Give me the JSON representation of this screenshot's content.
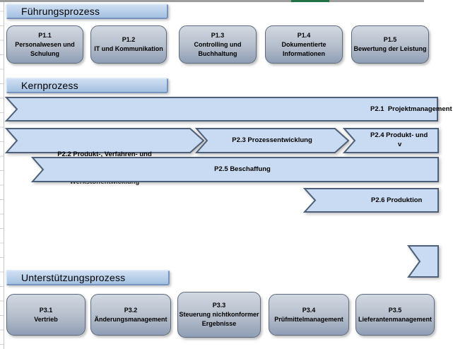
{
  "colors": {
    "bar_gray": "#9e9e9e",
    "green": "#217346",
    "arrow_fill": "#c9dbf2",
    "arrow_border": "#4e5f79",
    "box_grad_top": "#d2d8e1",
    "box_grad_bottom": "#8f9eb5",
    "box_border": "#5d6a7d",
    "hdr_top": "#cfdff2",
    "hdr_bottom": "#a4c0e2",
    "hdr_border_light": "#dde8f6",
    "hdr_border_dark": "#7694bd"
  },
  "sections": {
    "leadership": {
      "title": "Führungsprozess",
      "boxes": [
        {
          "lines": [
            "P1.1",
            "Personalwesen und",
            "Schulung"
          ]
        },
        {
          "lines": [
            "P1.2",
            "IT und Kommunikation"
          ]
        },
        {
          "lines": [
            "P1.3",
            "Controlling und",
            "Buchhaltung"
          ]
        },
        {
          "lines": [
            "P1.4",
            "Dokumentierte",
            "Informationen"
          ]
        },
        {
          "lines": [
            "P1.5",
            "Bewertung der Leistung"
          ]
        }
      ]
    },
    "core": {
      "title": "Kernprozess",
      "arrows": [
        {
          "label": "P2.1  Projektmanagement"
        },
        {
          "lines": [
            "P2.2 Produkt-, Verfahren- und",
            "Werkstoffentwicklung"
          ]
        },
        {
          "label": "P2.3 Prozessentwicklung"
        },
        {
          "lines": [
            "P2.4 Produkt- und",
            "v"
          ]
        },
        {
          "label": "P2.5 Beschaffung"
        },
        {
          "label": "P2.6 Produktion"
        },
        {
          "label": ""
        }
      ]
    },
    "support": {
      "title": "Unterstützungsprozess",
      "boxes": [
        {
          "lines": [
            "P3.1",
            "Vertrieb"
          ]
        },
        {
          "lines": [
            "P3.2",
            "Änderungsmanagement"
          ]
        },
        {
          "lines": [
            "P3.3",
            "Steuerung nichtkonformer",
            "Ergebnisse"
          ]
        },
        {
          "lines": [
            "P3.4",
            "Prüfmittelmanagement"
          ]
        },
        {
          "lines": [
            "P3.5",
            "Lieferantenmanagement"
          ]
        }
      ]
    }
  }
}
